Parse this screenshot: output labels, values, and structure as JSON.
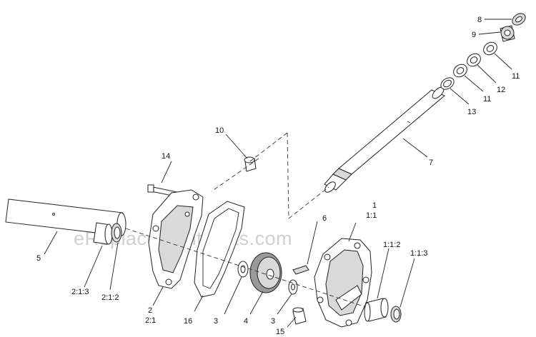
{
  "watermark": "eReplacementParts.com",
  "callouts": {
    "c8": "8",
    "c9": "9",
    "c11a": "11",
    "c12": "12",
    "c11b": "11",
    "c13": "13",
    "c7": "7",
    "c10": "10",
    "c14": "14",
    "c1": "1",
    "c1_1": "1:1",
    "c6": "6",
    "c5": "5",
    "c1_1_2": "1:1:2",
    "c1_1_3": "1:1:3",
    "c2_1_3": "2:1:3",
    "c2_1_2": "2:1:2",
    "c2": "2",
    "c2_1": "2:1",
    "c16": "16",
    "c3a": "3",
    "c4": "4",
    "c3b": "3",
    "c15": "15"
  }
}
